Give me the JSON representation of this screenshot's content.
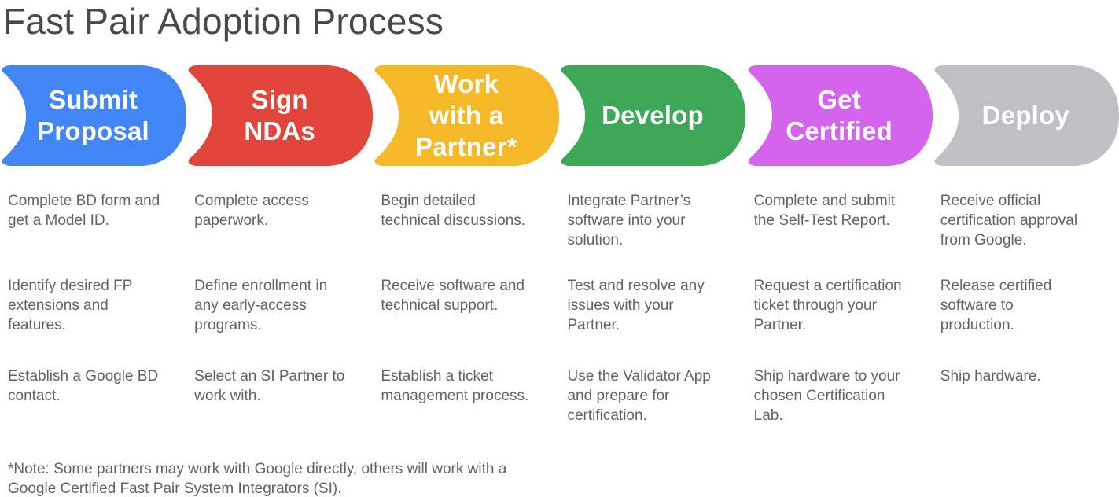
{
  "title": "Fast Pair Adoption Process",
  "stages": [
    {
      "label": "Submit\nProposal",
      "color": "#4285F4",
      "items": [
        "Complete BD form and\nget a Model ID.",
        "Identify desired FP\nextensions and\nfeatures.",
        "Establish a Google BD\ncontact."
      ]
    },
    {
      "label": "Sign\nNDAs",
      "color": "#E2463A",
      "items": [
        "Complete access\npaperwork.",
        "Define enrollment in\nany early-access\nprograms.",
        "Select an SI Partner to\nwork with."
      ]
    },
    {
      "label": "Work\nwith a\nPartner*",
      "color": "#F5B826",
      "items": [
        "Begin detailed\ntechnical discussions.",
        "Receive software and\ntechnical support.",
        "Establish a ticket\nmanagement process."
      ]
    },
    {
      "label": "Develop",
      "color": "#3BA757",
      "items": [
        "Integrate Partner’s\nsoftware into your\nsolution.",
        "Test and resolve any\nissues with your\nPartner.",
        "Use the Validator App\nand prepare for\ncertification."
      ]
    },
    {
      "label": "Get\nCertified",
      "color": "#D364EB",
      "items": [
        "Complete and submit\nthe Self-Test Report.",
        "Request a certification\nticket through your\nPartner.",
        "Ship hardware to your\nchosen Certification\nLab."
      ]
    },
    {
      "label": "Deploy",
      "color": "#BDC1C6",
      "items": [
        "Receive official\ncertification approval\nfrom Google.",
        "Release certified\nsoftware to\nproduction.",
        "Ship hardware."
      ]
    }
  ],
  "note": "*Note: Some partners may work with Google directly, others will work with a\nGoogle Certified Fast Pair System Integrators (SI)."
}
